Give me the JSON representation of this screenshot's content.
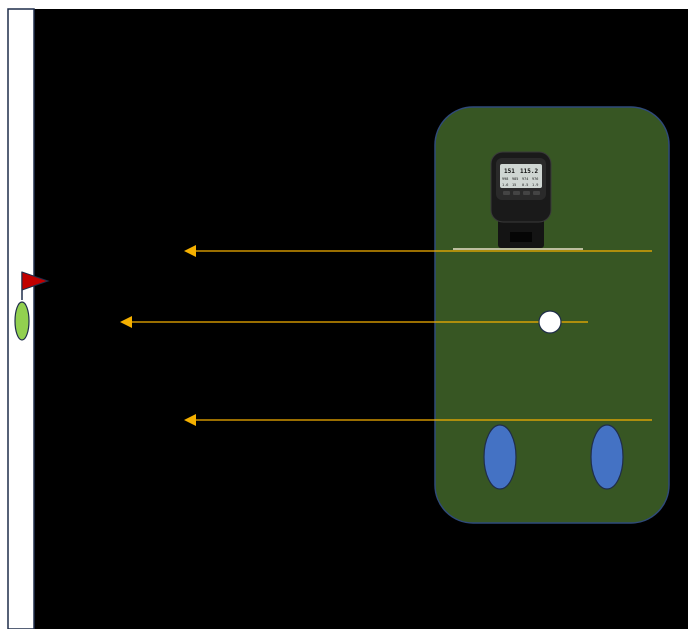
{
  "scene": {
    "background_color": "#000000",
    "side_strip_color": "#ffffff",
    "side_strip_border_color": "#1f2d4a",
    "hitting_mat_color": "#375623",
    "hitting_mat_border_color": "#2f4a7a",
    "arrow_color": "#f5b000",
    "flag_color": "#c00000",
    "target_green_color": "#92d050",
    "foot_marker_color": "#4472c4",
    "ball_color": "#ffffff"
  },
  "launch_monitor": {
    "icon": "launch-monitor-device",
    "screen_rows": [
      [
        "151",
        "115.2"
      ],
      [
        "998",
        "985",
        "974",
        "976"
      ],
      [
        "1.6",
        "15",
        "0.5",
        "1.9"
      ]
    ]
  },
  "arrows": [
    {
      "id": "upper",
      "icon": "arrow-left"
    },
    {
      "id": "middle",
      "icon": "arrow-left"
    },
    {
      "id": "lower",
      "icon": "arrow-left"
    }
  ],
  "markers": {
    "flag": "flag-icon",
    "target": "target-green",
    "ball": "golf-ball",
    "feet": [
      "left-foot-marker",
      "right-foot-marker"
    ]
  }
}
